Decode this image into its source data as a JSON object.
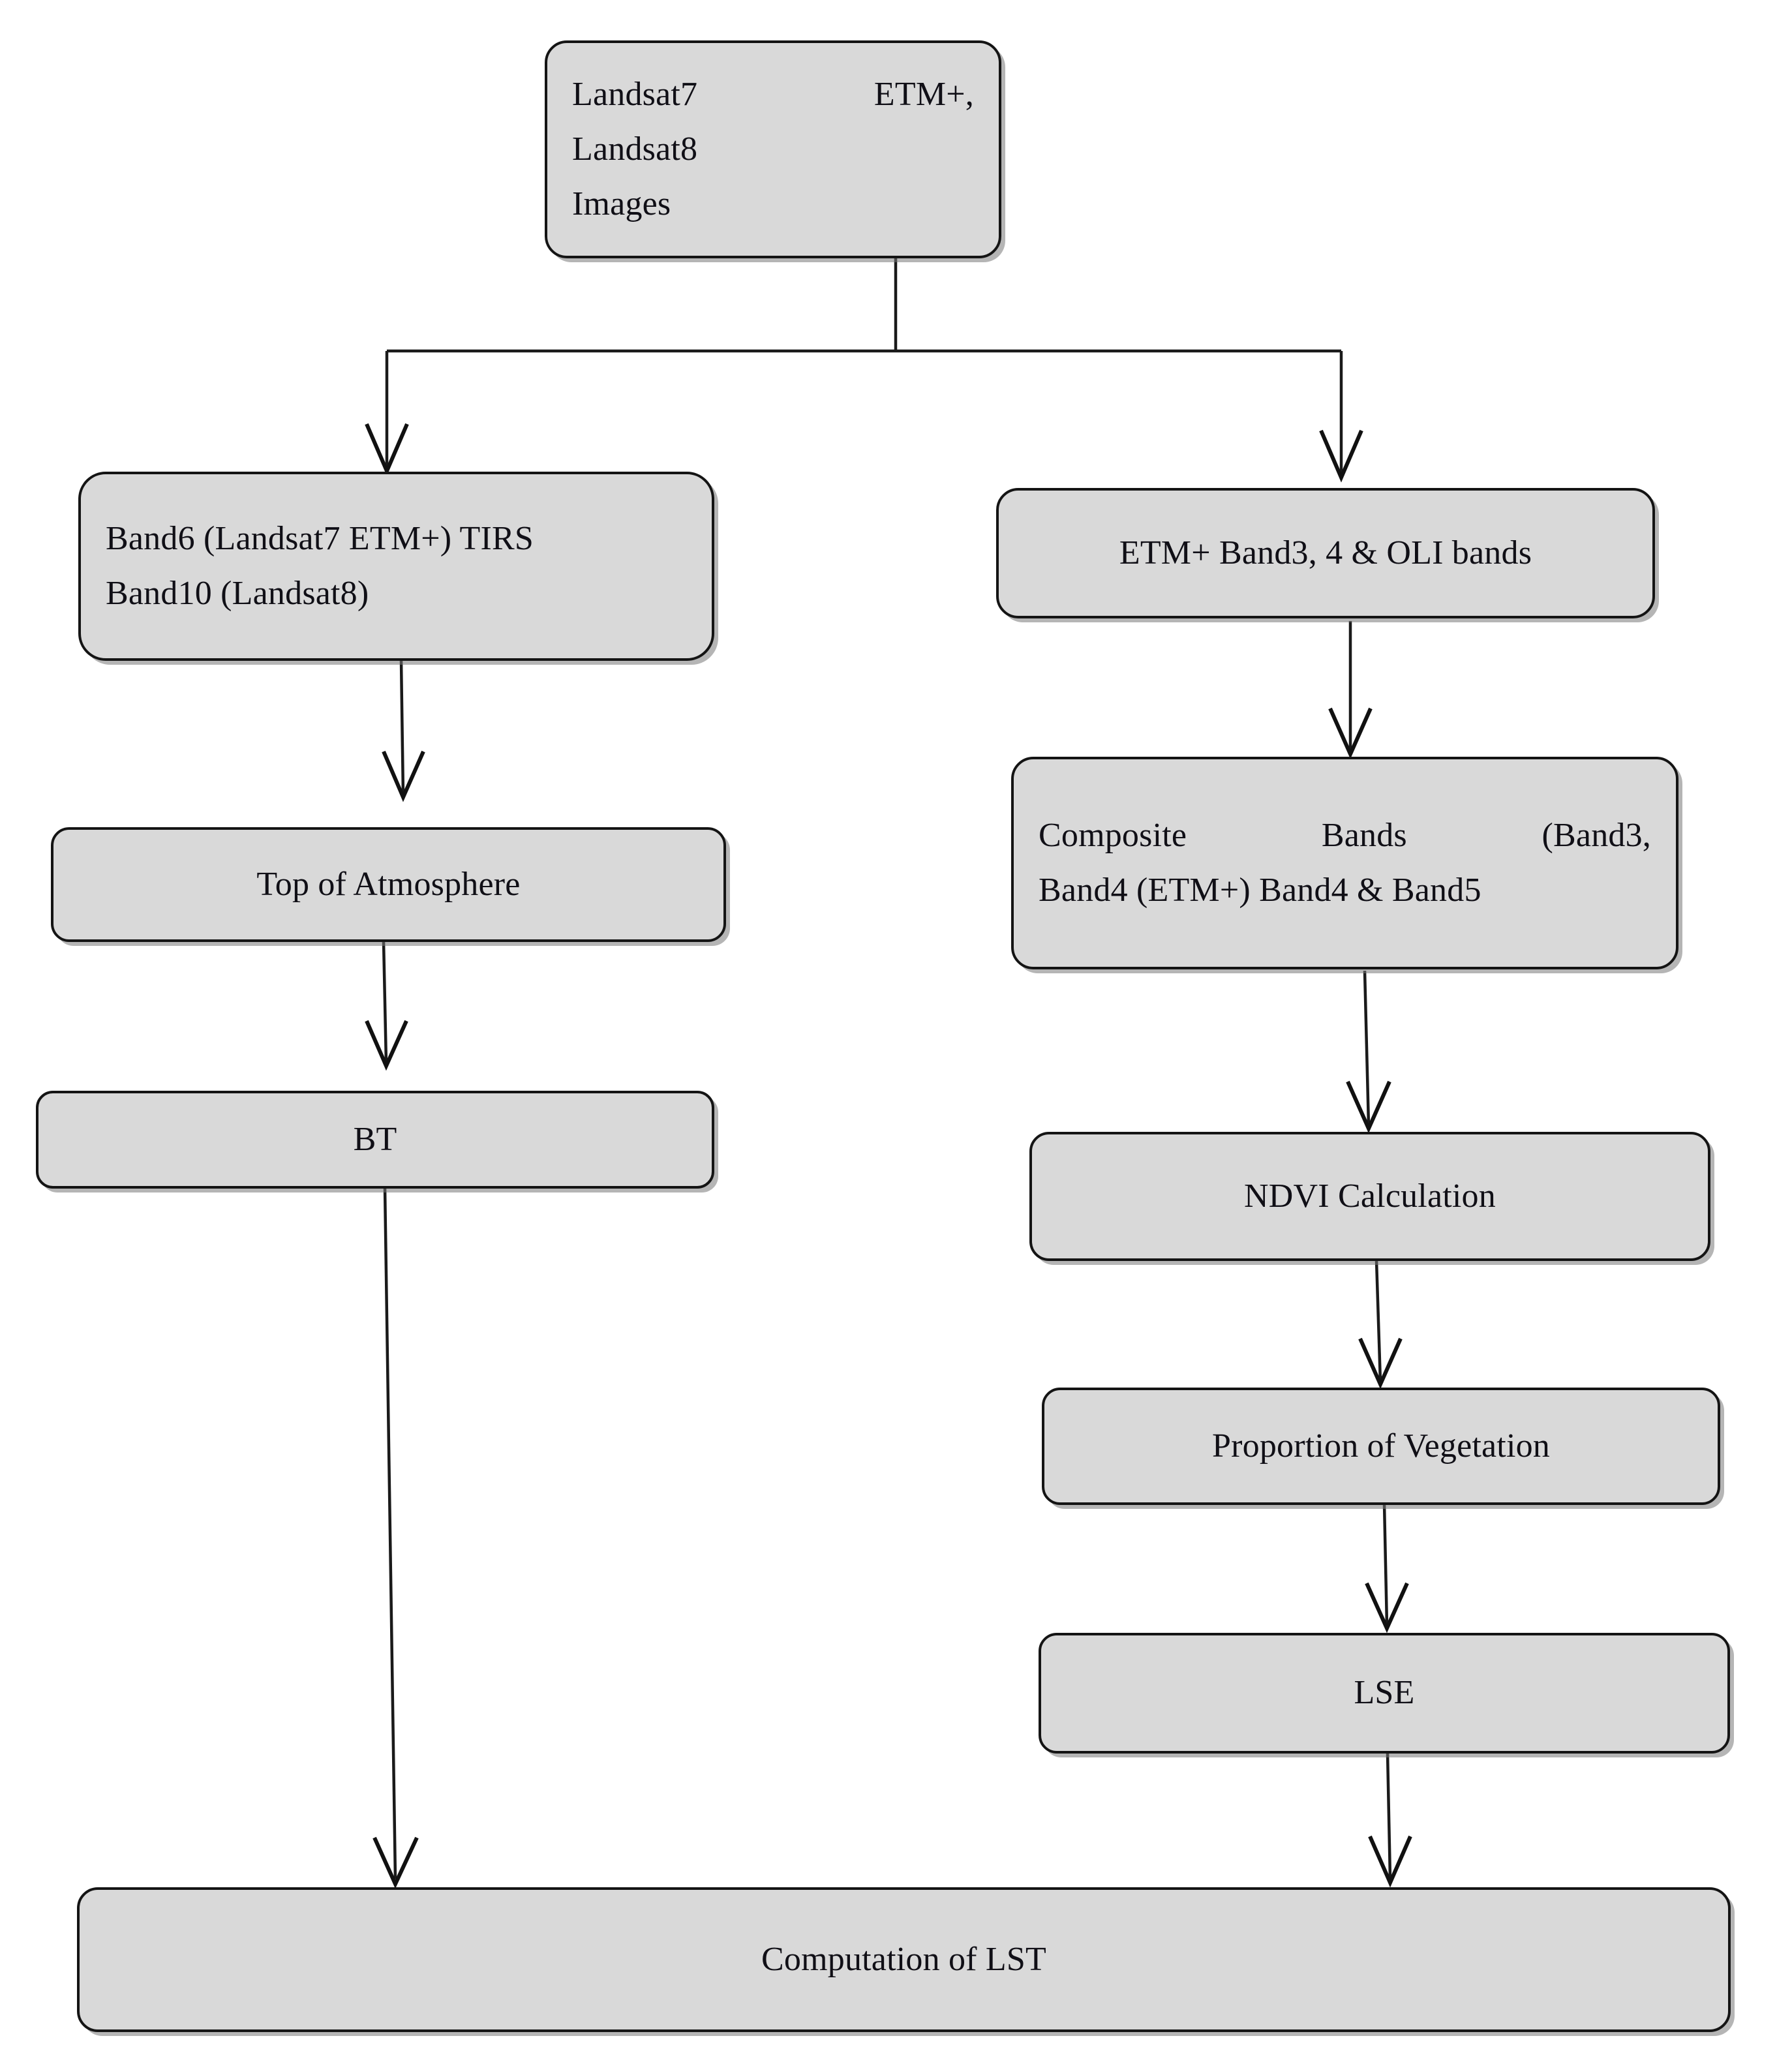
{
  "diagram": {
    "title": "Land Surface Temperature (LST) retrieval workflow",
    "fill_color": "#d9d9d9",
    "border_color": "#141414",
    "text_color": "#100f16",
    "background": "#ffffff",
    "nodes": {
      "source": {
        "id": "landsat-images",
        "line1": "Landsat7     ETM+,     Landsat8",
        "line2": "Images"
      },
      "thermal_bands": {
        "id": "thermal-bands",
        "line1": "Band6 (Landsat7 ETM+) TIRS",
        "line2": "Band10 (Landsat8)"
      },
      "toa": {
        "id": "top-of-atmosphere",
        "label": "Top of Atmosphere"
      },
      "bt": {
        "id": "brightness-temperature",
        "label": "BT"
      },
      "optical_bands": {
        "id": "optical-bands",
        "label": "ETM+ Band3, 4 & OLI bands"
      },
      "composite": {
        "id": "composite-bands",
        "line1": "Composite     Bands     (Band3,",
        "line2": "Band4 (ETM+) Band4 & Band5"
      },
      "ndvi": {
        "id": "ndvi-calculation",
        "label": "NDVI Calculation"
      },
      "pov": {
        "id": "proportion-of-vegetation",
        "label": "Proportion of Vegetation"
      },
      "lse": {
        "id": "land-surface-emissivity",
        "label": "LSE"
      },
      "lst": {
        "id": "computation-of-lst",
        "label": "Computation of LST"
      }
    },
    "edges": [
      {
        "from": "landsat-images",
        "to": "thermal-bands",
        "style": "split-left-arrow"
      },
      {
        "from": "landsat-images",
        "to": "optical-bands",
        "style": "split-right-arrow"
      },
      {
        "from": "thermal-bands",
        "to": "top-of-atmosphere",
        "style": "straight-arrow"
      },
      {
        "from": "top-of-atmosphere",
        "to": "brightness-temperature",
        "style": "straight-arrow"
      },
      {
        "from": "brightness-temperature",
        "to": "computation-of-lst",
        "style": "long-straight-arrow"
      },
      {
        "from": "optical-bands",
        "to": "composite-bands",
        "style": "straight-arrow"
      },
      {
        "from": "composite-bands",
        "to": "ndvi-calculation",
        "style": "straight-arrow"
      },
      {
        "from": "ndvi-calculation",
        "to": "proportion-of-vegetation",
        "style": "straight-arrow"
      },
      {
        "from": "proportion-of-vegetation",
        "to": "land-surface-emissivity",
        "style": "straight-arrow"
      },
      {
        "from": "land-surface-emissivity",
        "to": "computation-of-lst",
        "style": "straight-arrow"
      }
    ]
  }
}
